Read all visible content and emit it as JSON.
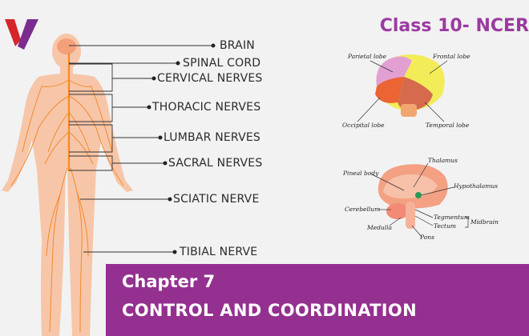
{
  "header": {
    "course_label": "Class 10- NCER"
  },
  "colors": {
    "brand_purple": "#94308f",
    "logo_red": "#d7262b",
    "logo_purple": "#7a2d8f",
    "skin": "#f7c6a8",
    "nerve": "#f28a2c"
  },
  "nervous_system": {
    "labels": [
      "BRAIN",
      "SPINAL CORD",
      "CERVICAL NERVES",
      "THORACIC NERVES",
      "LUMBAR NERVES",
      "SACRAL NERVES",
      "SCIATIC NERVE",
      "TIBIAL NERVE"
    ]
  },
  "brain_lobes": {
    "labels": [
      "Parietal lobe",
      "Frontal lobe",
      "Occipital lobe",
      "Temporal lobe"
    ]
  },
  "brain_section": {
    "labels": [
      "Thalamus",
      "Pineal body",
      "Hypothalamus",
      "Cerebellum",
      "Tegmentum",
      "Midbrain",
      "Tectum",
      "Medulla",
      "Pons"
    ]
  },
  "banner": {
    "chapter": "Chapter 7",
    "title": "CONTROL AND COORDINATION"
  }
}
